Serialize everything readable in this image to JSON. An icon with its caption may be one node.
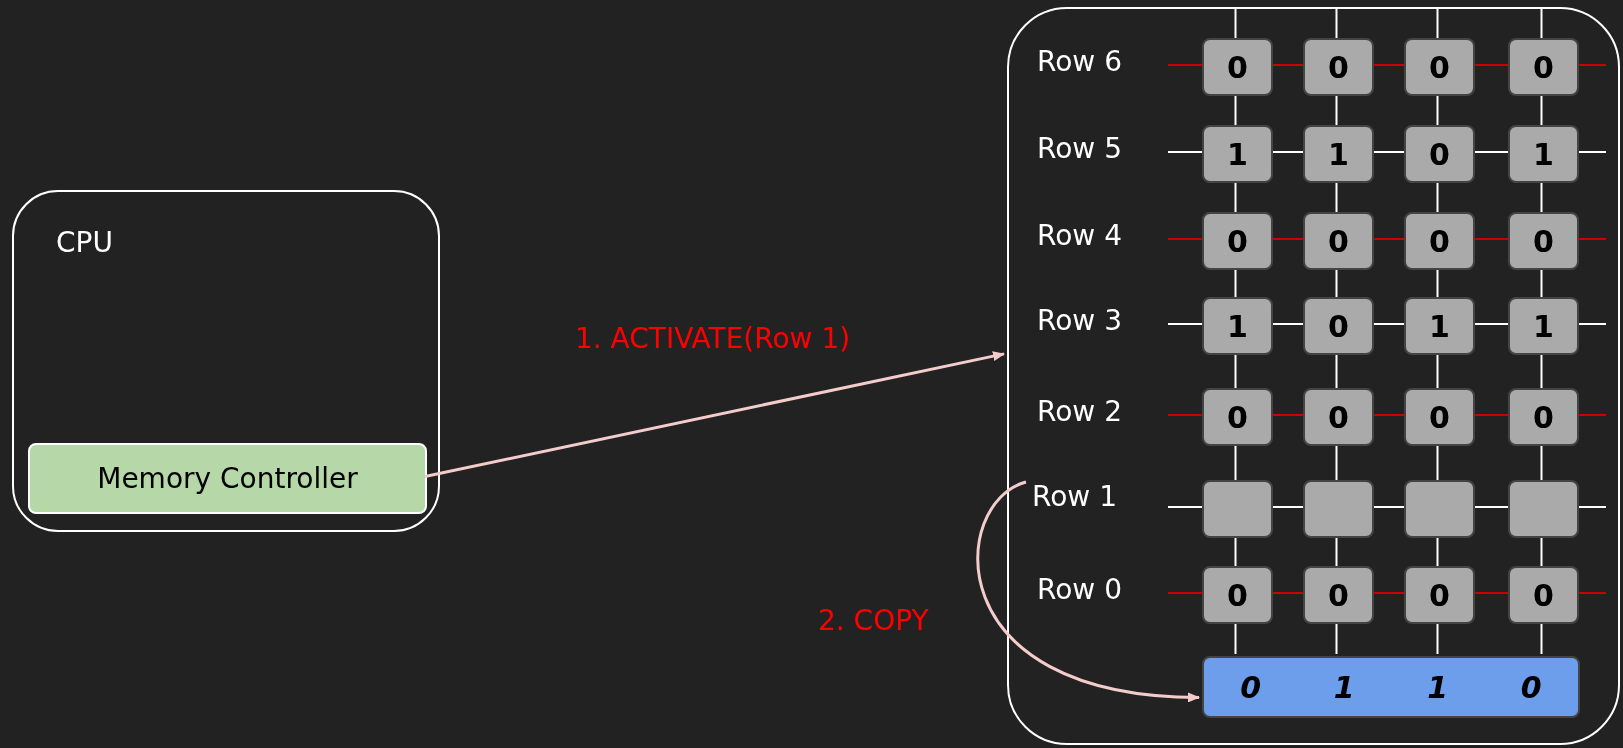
{
  "diagram": {
    "nodes": [
      {
        "text": [
          "CPU"
        ]
      },
      {
        "text": [
          "Memory Controller"
        ],
        "in": 0
      },
      {
        "text": [],
        "shape": "box"
      },
      {
        "text": [
          "0"
        ],
        "in": 2
      },
      {
        "text": [
          "0"
        ],
        "in": 2
      },
      {
        "text": [
          "0"
        ],
        "in": 2
      },
      {
        "text": [
          "0"
        ],
        "in": 2
      },
      {
        "text": [
          "1"
        ],
        "in": 2
      },
      {
        "text": [
          "1"
        ],
        "in": 2
      },
      {
        "text": [
          "0"
        ],
        "in": 2
      },
      {
        "text": [
          "1"
        ],
        "in": 2
      },
      {
        "text": [
          "0"
        ],
        "in": 2
      },
      {
        "text": [
          "0"
        ],
        "in": 2
      },
      {
        "text": [
          "0"
        ],
        "in": 2
      },
      {
        "text": [
          "0"
        ],
        "in": 2
      },
      {
        "text": [
          "1"
        ],
        "in": 2
      },
      {
        "text": [
          "0"
        ],
        "in": 2
      },
      {
        "text": [
          "1"
        ],
        "in": 2
      },
      {
        "text": [
          "1"
        ],
        "in": 2
      },
      {
        "text": [
          "0"
        ],
        "in": 2
      },
      {
        "text": [
          "0"
        ],
        "in": 2
      },
      {
        "text": [
          "0"
        ],
        "in": 2
      },
      {
        "text": [
          "0"
        ],
        "in": 2
      },
      {
        "text": [
          "Row 1"
        ],
        "in": 2
      },
      {
        "text": [],
        "shape": "box",
        "in": 2
      },
      {
        "text": [],
        "shape": "box",
        "in": 2
      },
      {
        "text": [],
        "shape": "box",
        "in": 2
      },
      {
        "text": [],
        "shape": "box",
        "in": 2
      },
      {
        "text": [
          "0"
        ],
        "in": 2
      },
      {
        "text": [
          "0"
        ],
        "in": 2
      },
      {
        "text": [
          "0"
        ],
        "in": 2
      },
      {
        "text": [
          "0"
        ],
        "in": 2
      },
      {
        "text": [
          "0",
          "1",
          "1",
          "0"
        ],
        "in": 2
      }
    ],
    "edges": [
      {
        "from": 1,
        "to": 2,
        "arrow": "to",
        "label": "1. ACTIVATE(Row 1)"
      },
      {
        "from": 23,
        "to": 32,
        "arrow": "to",
        "label": "2. COPY"
      }
    ],
    "labels": [
      "Row 6",
      "Row 5",
      "Row 4",
      "Row 3",
      "Row 2",
      "Row 0"
    ]
  }
}
